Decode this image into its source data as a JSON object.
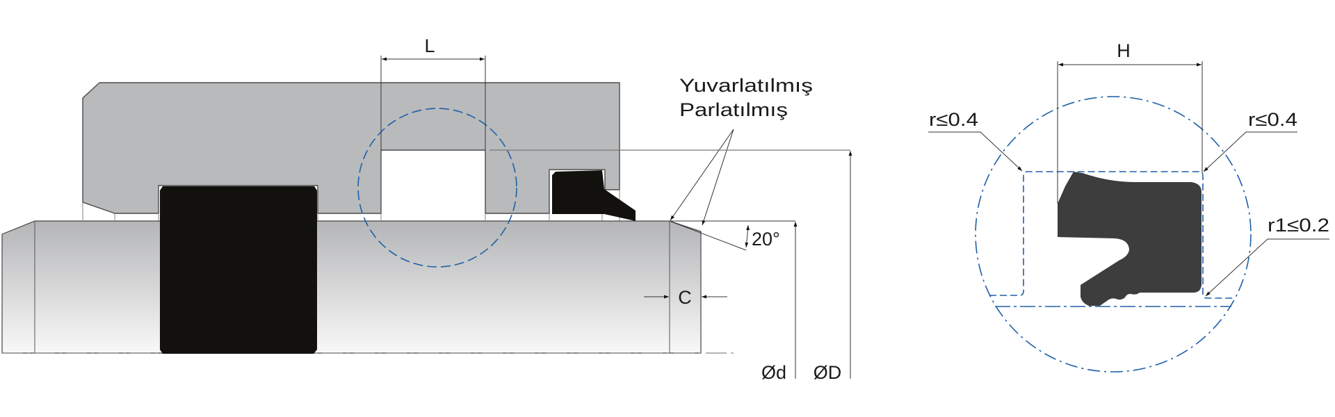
{
  "labels": {
    "L": "L",
    "H": "H",
    "C": "C",
    "angle": "20°",
    "rounded": "Yuvarlatılmış",
    "polished": "Parlatılmış",
    "d": "Ød",
    "D": "ØD",
    "r_left": "r≤0.4",
    "r_right": "r≤0.4",
    "r1": "r1≤0.2"
  },
  "colors": {
    "housing": "#b9babc",
    "seal": "#12110d",
    "seal_detail": "#3d3d3d",
    "detail_circle": "#1f5fa8"
  }
}
